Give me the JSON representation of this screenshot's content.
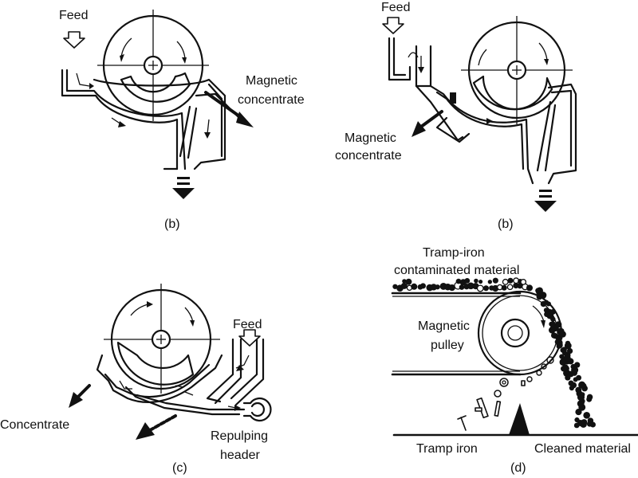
{
  "panel_top_left": {
    "feed_label": "Feed",
    "output_label": "Magnetic concentrate",
    "output_lines": [
      "Magnetic",
      "concentrate"
    ],
    "caption": "(b)"
  },
  "panel_top_right": {
    "feed_label": "Feed",
    "output_label": "Magnetic concentrate",
    "output_lines": [
      "Magnetic",
      "concentrate"
    ],
    "caption": "(b)"
  },
  "panel_bottom_left": {
    "feed_label": "Feed",
    "concentrate_label": "Concentrate",
    "repulping_label": "Repulping header",
    "repulping_lines": [
      "Repulping",
      "header"
    ],
    "caption": "(c)"
  },
  "panel_bottom_right": {
    "top_label": "Tramp-iron contaminated material",
    "top_lines": [
      "Tramp-iron",
      "contaminated material"
    ],
    "pulley_label": "Magnetic pulley",
    "pulley_lines": [
      "Magnetic",
      "pulley"
    ],
    "tramp_label": "Tramp iron",
    "cleaned_label": "Cleaned material",
    "caption": "(d)"
  },
  "colors": {
    "ink": "#111111",
    "background": "#ffffff"
  }
}
